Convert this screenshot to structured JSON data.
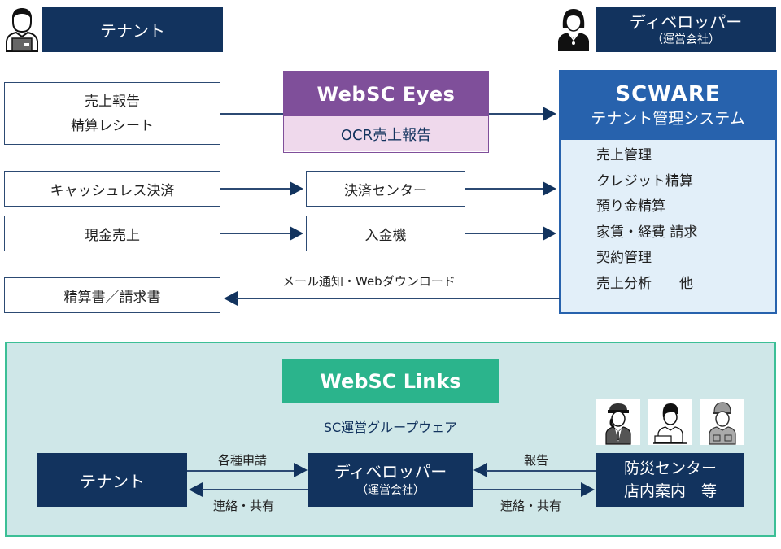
{
  "header": {
    "tenant_label": "テナント",
    "developer_label": "ディベロッパー",
    "developer_sub": "（運営会社）",
    "tenant_icon": "tenant-person-icon",
    "developer_icon": "developer-person-icon"
  },
  "inputs": {
    "sales_report_line1": "売上報告",
    "sales_report_line2": "精算レシート",
    "cashless": "キャッシュレス決済",
    "cash_sales": "現金売上",
    "statements": "精算書／請求書"
  },
  "middle": {
    "eyes_title": "WebSC Eyes",
    "eyes_sub": "OCR売上報告",
    "settlement_center": "決済センター",
    "deposit_machine": "入金機",
    "notify_label": "メール通知・Webダウンロード"
  },
  "scware": {
    "title": "SCWARE",
    "subtitle": "テナント管理システム",
    "functions": [
      "売上管理",
      "クレジット精算",
      "預り金精算",
      "家賃・経費 請求",
      "契約管理",
      "売上分析　　他"
    ]
  },
  "links": {
    "title": "WebSC Links",
    "subtitle": "SC運営グループウェア",
    "tenant": "テナント",
    "developer": "ディベロッパー",
    "developer_sub": "（運営会社）",
    "center_line1": "防災センター",
    "center_line2": "店内案内　等",
    "applications": "各種申請",
    "contact_share_left": "連絡・共有",
    "report": "報告",
    "contact_share_right": "連絡・共有",
    "staff_icons": [
      "security-guard-icon",
      "receptionist-icon",
      "worker-icon"
    ]
  },
  "colors": {
    "navy": "#12335e",
    "eyes_purple": "#7f4f9a",
    "eyes_light": "#efd9ec",
    "scware_blue": "#2762ad",
    "scware_light": "#e2eff9",
    "links_green": "#2bb48c",
    "links_bg": "#cfe7e8"
  }
}
